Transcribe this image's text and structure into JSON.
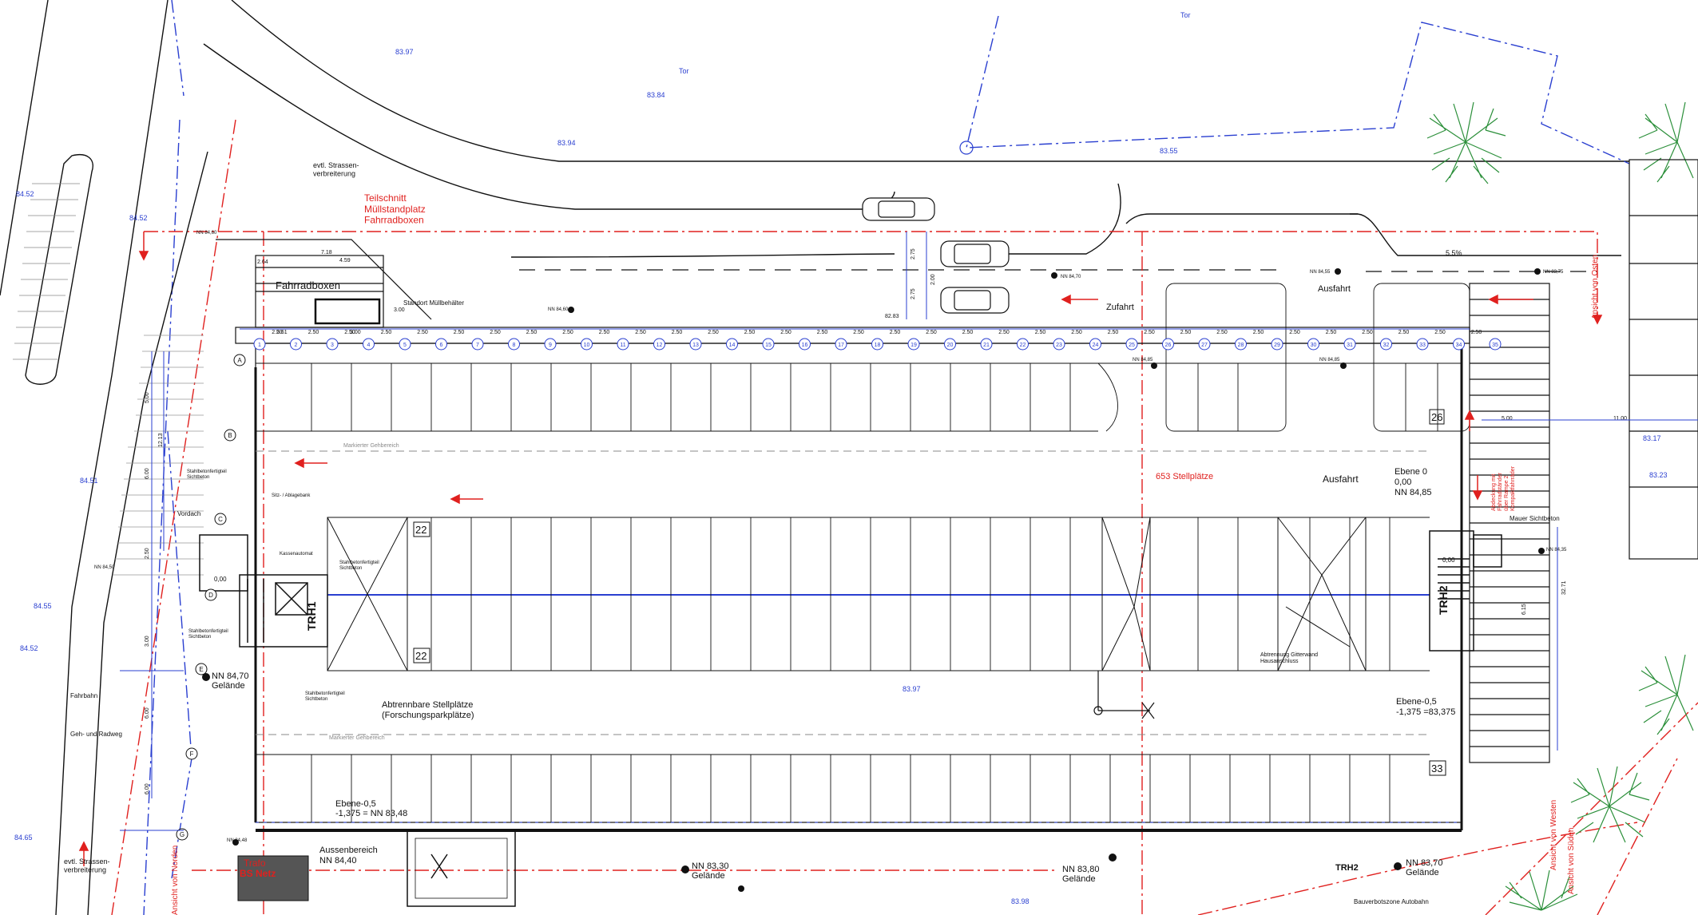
{
  "elevations": {
    "top1": "83.97",
    "top2": "83.84",
    "top3": "83.94",
    "top4": "83.55",
    "tor1": "Tor",
    "tor2": "Tor",
    "left1": "84.52",
    "left2": "84.52",
    "left3": "84.51",
    "left4": "84.55",
    "left5": "84.52",
    "left6": "84.65",
    "mid1": "83.97",
    "bottom1": "83.98",
    "right1": "83.17",
    "right2": "83.23",
    "slope": "5.5%"
  },
  "labels": {
    "street_widening_top": "evtl. Strassen-\nverbreiterung",
    "street_widening_bottom": "evtl. Strassen-\nverbreiterung",
    "section_cut": "Teilschnitt\nMüllstandplatz\nFahrradboxen",
    "bike_boxes": "Fahrradboxen",
    "waste_location": "Standort Müllbehälter",
    "entrance": "Zufahrt",
    "exit_top": "Ausfahrt",
    "exit_mid": "Ausfahrt",
    "parking_count": "653 Stellplätze",
    "level0_title": "Ebene 0",
    "level0_value": "0,00",
    "level0_nn": "NN 84,85",
    "level_m05_right_title": "Ebene-0,5",
    "level_m05_right_value": "-1,375 =83,375",
    "level_m05_left_title": "Ebene-0,5",
    "level_m05_left_value": "-1,375 = NN 83,48",
    "separable_title": "Abtrennbare Stellplätze",
    "separable_sub": "(Forschungsparkplätze)",
    "marked_walk_1": "Markierter Gehbereich",
    "marked_walk_2": "Markierter Gehbereich",
    "outside_title": "Aussenbereich",
    "outside_nn": "NN 84,40",
    "trafo_1": "Trafo",
    "trafo_2": "BS Netz",
    "lane": "Fahrbahn",
    "walk_bike": "Geh- und Radweg",
    "canopy": "Vordach",
    "sit_area": "Sitz- / Ablagebank",
    "cash": "Kassenautomat",
    "wall_fair": "Mauer Sichtbeton",
    "steel_concrete_1": "Stahlbetonfertigteil\nSichtbeton",
    "steel_concrete_2": "Stahlbetonfertigteil\nSichtbeton",
    "steel_concrete_3": "Stahlbetonfertigteil\nSichtbeton",
    "steel_concrete_4": "Stahlbetonfertigteil\nSichtbeton",
    "grid_fence": "Abtrennung Gitterwand\nHausanschluss",
    "no_build": "Bauverbotszone Autobahn",
    "view_east": "Ansicht von Osten",
    "view_west": "Ansicht von Westen",
    "view_south": "Ansicht von Süden",
    "view_north": "Ansicht von Norden",
    "stair_left": "TRH1",
    "stair_right": "TRH2",
    "vertical_note": "Abdeckung mit\nFahrradständer\nüber Rampe 2\nKompaktfahrräder",
    "nn_8470": "NN 84,70",
    "gelaende_1": "Gelände",
    "nn_8330": "NN 83,30",
    "gelaende_2": "Gelände",
    "nn_8380": "NN 83,80",
    "gelaende_3": "Gelände",
    "nn_8370": "NN 83,70",
    "gelaende_4": "Gelände",
    "zero_left": "0,00",
    "zero_right": "0,00",
    "nn_small_1": "NN 84,60",
    "nn_small_2": "NN 84,70",
    "nn_small_3": "NN 84,55",
    "nn_small_4": "NN 83,75",
    "nn_small_5": "NN 84,85",
    "nn_small_6": "NN 84,85",
    "nn_small_7": "NN 84,48",
    "nn_small_8": "NN 84,50",
    "nn_small_9": "NN 84,60",
    "nn_small_10": "NN 84,35"
  },
  "bay_numbers": {
    "n26": "26",
    "n22a": "22",
    "n22b": "22",
    "n33": "33"
  },
  "axis_numbers": [
    "1",
    "2",
    "3",
    "4",
    "5",
    "6",
    "7",
    "8",
    "9",
    "10",
    "11",
    "12",
    "13",
    "14",
    "15",
    "16",
    "17",
    "18",
    "19",
    "20",
    "21",
    "22",
    "23",
    "24",
    "25",
    "26",
    "27",
    "28",
    "29",
    "30",
    "31",
    "32",
    "33",
    "34",
    "35"
  ],
  "axis_letters": [
    "A",
    "B",
    "C",
    "D",
    "E",
    "F",
    "G"
  ],
  "dimensions": {
    "top_row": [
      "2.50",
      "2.50",
      "2.50",
      "2.50",
      "2.50",
      "2.50",
      "2.50",
      "2.50",
      "2.50",
      "2.50",
      "2.50",
      "2.50",
      "2.50",
      "2.50",
      "2.50",
      "2.50",
      "2.50",
      "2.50",
      "2.50",
      "2.50",
      "2.50",
      "2.50",
      "2.50",
      "2.50",
      "2.50",
      "2.50",
      "2.50",
      "2.50",
      "2.50",
      "2.50",
      "2.50",
      "2.50",
      "2.50",
      "2.50"
    ],
    "bike_dims": [
      "7.18",
      "4.59",
      "2.64",
      "3.00",
      "2.61",
      "3.00",
      "82.83"
    ],
    "vertical_left": [
      "5.00",
      "12.13",
      "6.00",
      "2.50",
      "3.00",
      "6.00",
      "6.00"
    ],
    "right_dims": [
      "5.00",
      "11.00",
      "32.71",
      "6.15",
      "2.75",
      "2.75",
      "2.00"
    ]
  }
}
